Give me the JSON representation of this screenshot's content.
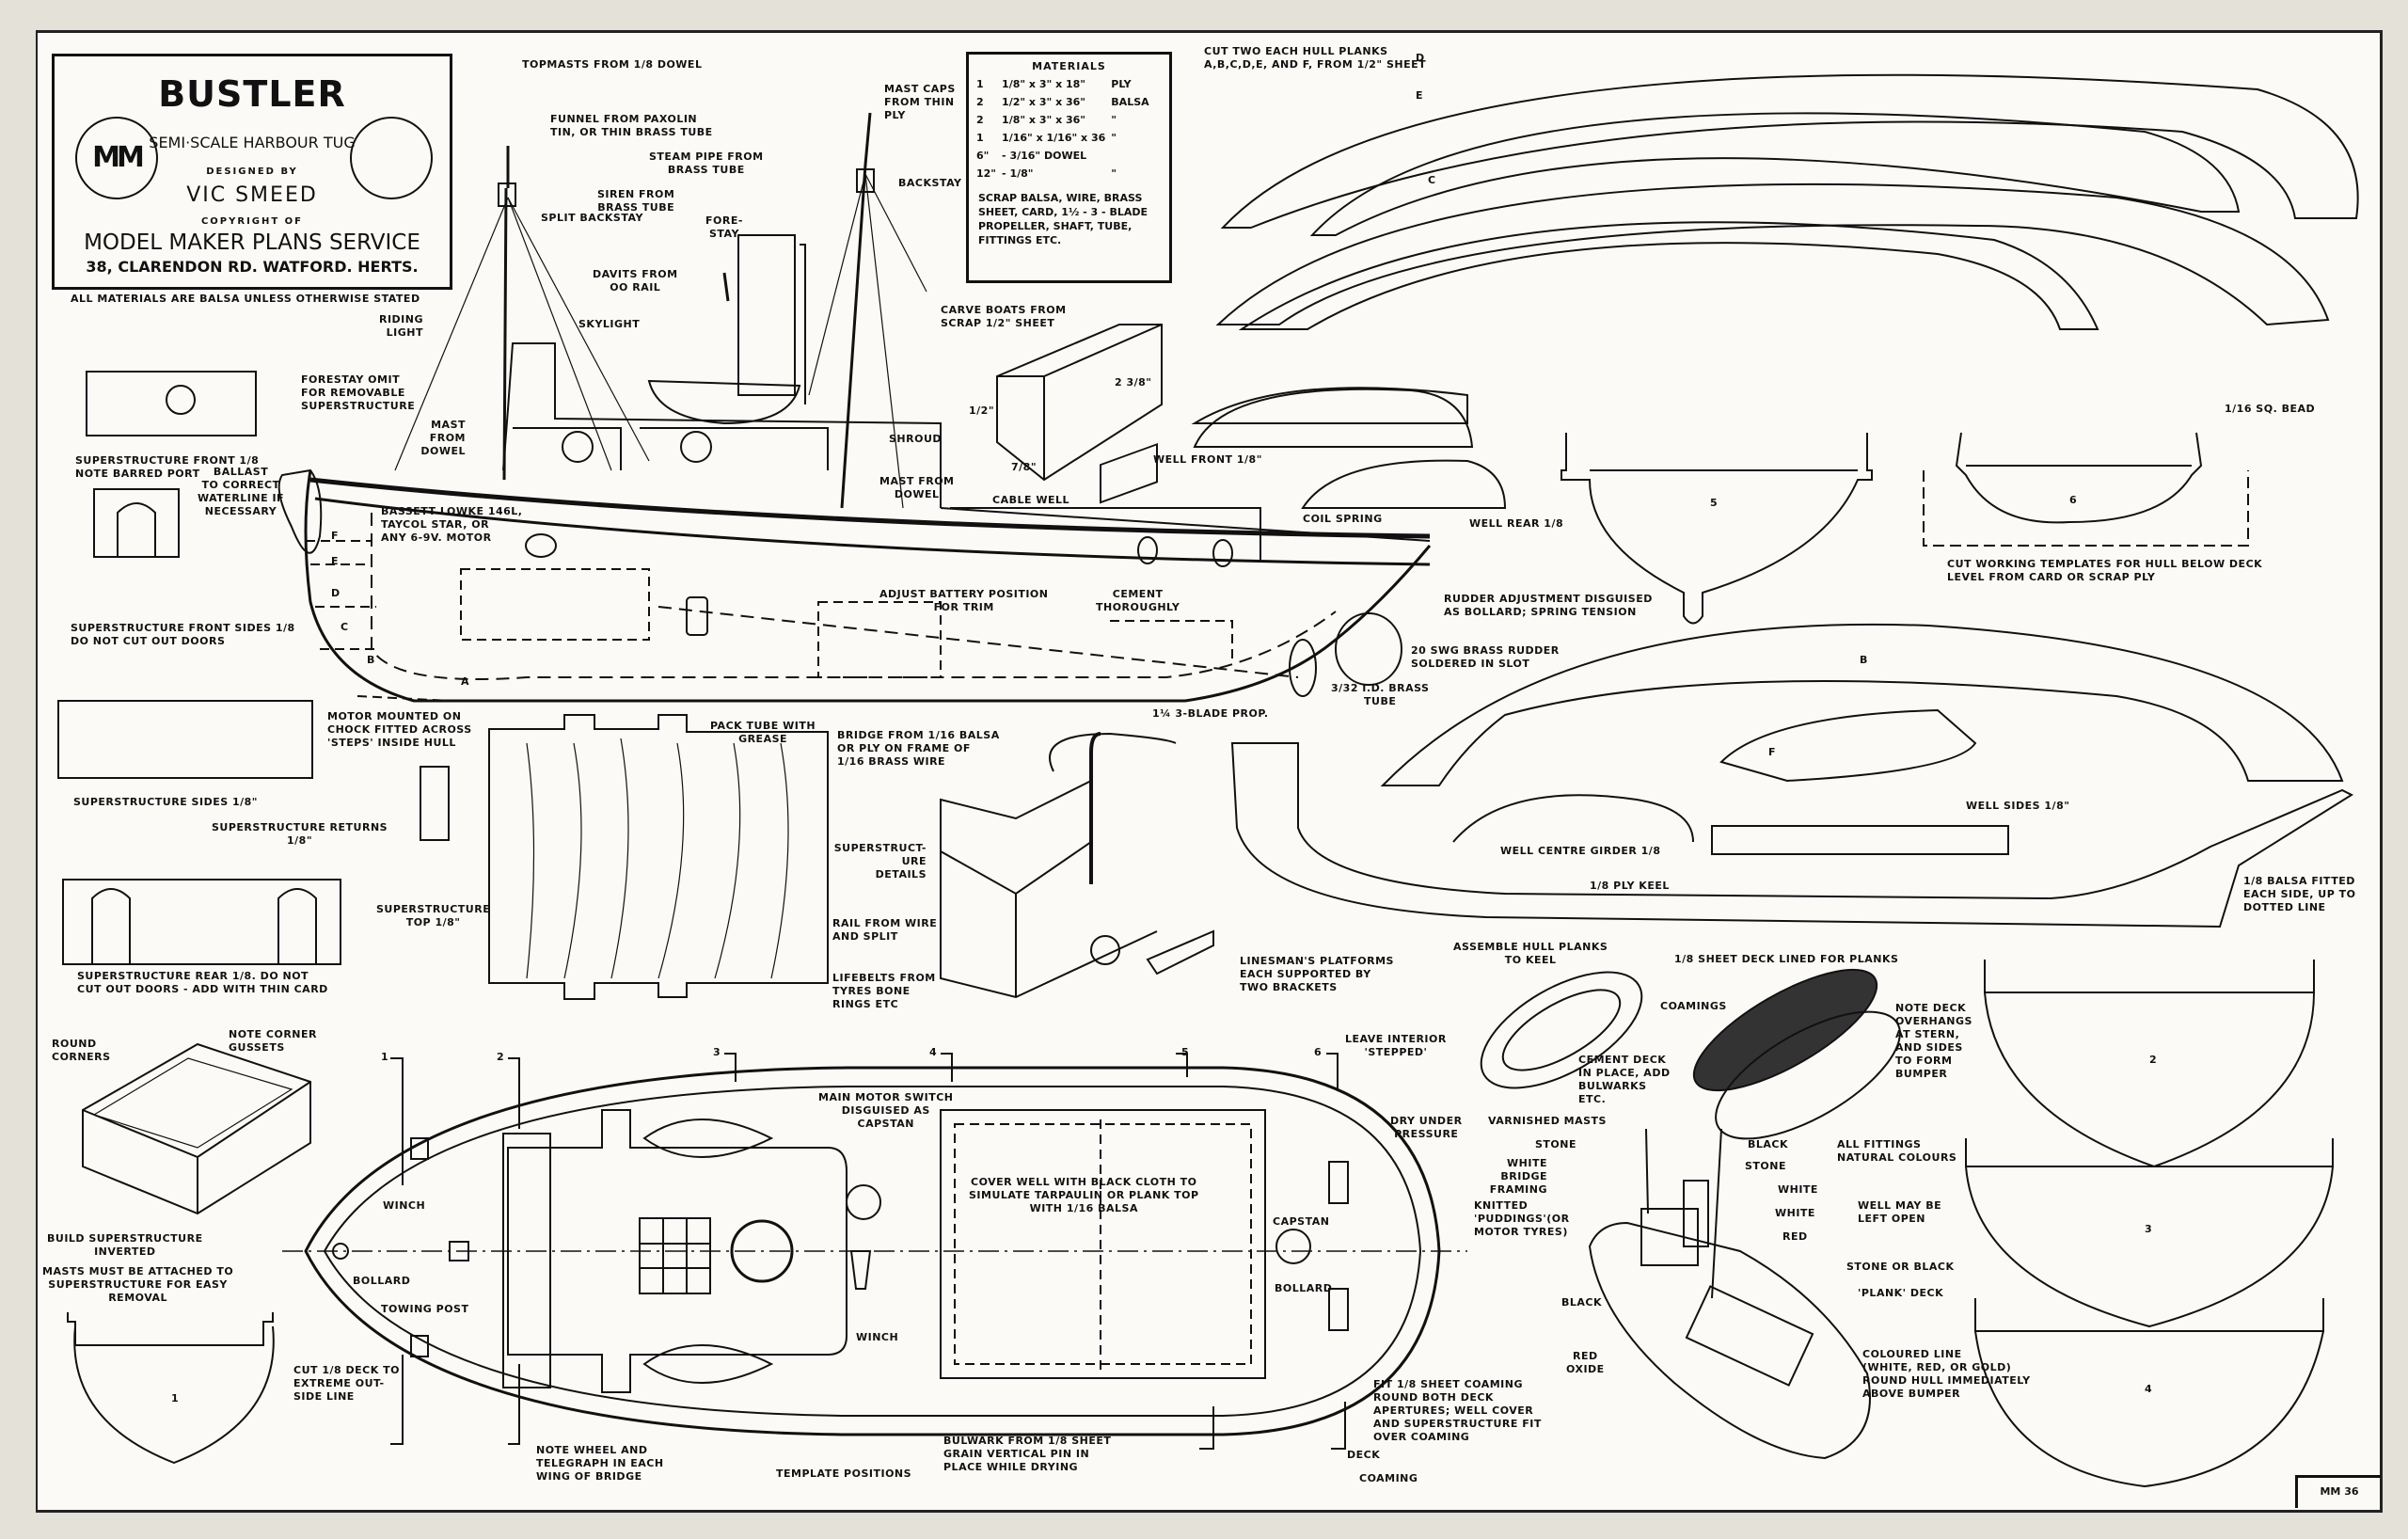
{
  "title_block": {
    "title": "BUSTLER",
    "subtitle": "SEMI·SCALE HARBOUR TUG",
    "designed_by_label": "DESIGNED BY",
    "designer": "VIC SMEED",
    "copyright_label": "COPYRIGHT OF",
    "publisher": "MODEL MAKER PLANS SERVICE",
    "address": "38, CLARENDON RD. WATFORD. HERTS.",
    "logo": "MM",
    "general_note": "ALL MATERIALS ARE BALSA UNLESS OTHERWISE STATED"
  },
  "materials": {
    "heading": "MATERIALS",
    "rows": [
      {
        "qty": "1",
        "size": "1/8\" x 3\" x 18\"",
        "material": "PLY"
      },
      {
        "qty": "2",
        "size": "1/2\" x 3\" x 36\"",
        "material": "BALSA"
      },
      {
        "qty": "2",
        "size": "1/8\" x 3\" x 36\"",
        "material": "\""
      },
      {
        "qty": "1",
        "size": "1/16\" x 1/16\" x 36",
        "material": "\""
      },
      {
        "qty": "6\"",
        "size": "- 3/16\" DOWEL",
        "material": ""
      },
      {
        "qty": "12\"",
        "size": "- 1/8\"",
        "material": "\""
      }
    ],
    "note": "SCRAP BALSA, WIRE, BRASS SHEET, CARD, 1½ - 3 - BLADE PROPELLER, SHAFT, TUBE, FITTINGS ETC."
  },
  "side_elevation_labels": {
    "topmasts": "TOPMASTS FROM 1/8 DOWEL",
    "funnel": "FUNNEL FROM PAXOLIN\nTIN, OR THIN BRASS TUBE",
    "mast_caps": "MAST CAPS\nFROM THIN\nPLY",
    "steam_pipe": "STEAM PIPE FROM\nBRASS TUBE",
    "siren": "SIREN FROM\nBRASS TUBE",
    "backstay": "BACKSTAY",
    "split_backstay": "SPLIT BACKSTAY",
    "forestay": "FORE-\nSTAY",
    "davits": "DAVITS FROM\nOO RAIL",
    "skylight": "SKYLIGHT",
    "riding_light": "RIDING\nLIGHT",
    "forestay_omit": "FORESTAY OMIT\nFOR REMOVABLE\nSUPERSTRUCTURE",
    "mast_dowel_fore": "MAST\nFROM\nDOWEL",
    "shroud": "SHROUD",
    "mast_dowel_aft": "MAST FROM\nDOWEL",
    "cable_well": "CABLE WELL",
    "coil_spring": "COIL SPRING",
    "ballast": "BALLAST\nTO CORRECT\nWATERLINE IF\nNECESSARY",
    "motor": "BASSETT LOWKE 146L,\nTAYCOL STAR, OR\nANY 6-9V. MOTOR",
    "battery": "ADJUST BATTERY POSITION\nFOR TRIM",
    "cement": "CEMENT\nTHOROUGHLY",
    "rudder_adjust": "RUDDER ADJUSTMENT DISGUISED\nAS BOLLARD; SPRING TENSION",
    "rudder": "20 SWG BRASS RUDDER\nSOLDERED IN SLOT",
    "brass_tube": "3/32 I.D. BRASS\nTUBE",
    "prop": "1¼ 3-BLADE PROP.",
    "pack_tube": "PACK TUBE WITH\nGREASE",
    "motor_mount": "MOTOR MOUNTED ON\nCHOCK FITTED ACROSS\n'STEPS' INSIDE HULL",
    "plank_letters": [
      "F",
      "E",
      "D",
      "C",
      "B",
      "A"
    ]
  },
  "boats": {
    "carve_boats": "CARVE BOATS FROM\nSCRAP 1/2\" SHEET",
    "dim_height": "1/2\"",
    "dim_width": "7/8\"",
    "dim_length": "2 3/8\""
  },
  "superstructure_parts": {
    "front": "SUPERSTRUCTURE FRONT 1/8\nNOTE BARRED PORT",
    "front_sides": "SUPERSTRUCTURE FRONT SIDES 1/8\nDO NOT CUT OUT DOORS",
    "sides": "SUPERSTRUCTURE SIDES 1/8\"",
    "returns": "SUPERSTRUCTURE RETURNS\n1/8\"",
    "rear": "SUPERSTRUCTURE REAR 1/8. DO NOT\nCUT OUT DOORS - ADD WITH THIN CARD",
    "top": "SUPERSTRUCTURE\nTOP 1/8\""
  },
  "bridge_detail": {
    "bridge": "BRIDGE FROM 1/16 BALSA\nOR PLY ON FRAME OF\n1/16 BRASS WIRE",
    "details": "SUPERSTRUCT-\nURE\nDETAILS",
    "rail": "RAIL FROM WIRE\nAND SPLIT",
    "lifebelts": "LIFEBELTS FROM\nTYRES BONE\nRINGS ETC",
    "linesman": "LINESMAN'S PLATFORMS\nEACH SUPPORTED BY\nTWO BRACKETS"
  },
  "hull_planks": {
    "note": "CUT TWO EACH HULL PLANKS\nA,B,C,D,E, AND F, FROM 1/2\" SHEET",
    "letters": [
      "D",
      "E",
      "C",
      "B",
      "F"
    ],
    "well_front": "WELL FRONT 1/8\"",
    "well_rear": "WELL REAR 1/8",
    "well_sides": "WELL SIDES 1/8\"",
    "well_girder": "WELL CENTRE GIRDER 1/8",
    "ply_keel": "1/8 PLY KEEL",
    "balsa_fitted": "1/8 BALSA FITTED\nEACH SIDE, UP TO\nDOTTED LINE",
    "sq_bead": "1/16 SQ. BEAD",
    "templates_note": "CUT WORKING TEMPLATES FOR HULL BELOW DECK\nLEVEL FROM CARD OR SCRAP PLY"
  },
  "templates": {
    "numbers": [
      "1",
      "2",
      "3",
      "4",
      "5",
      "6"
    ]
  },
  "deck_plan_labels": {
    "winch_fwd": "WINCH",
    "bollard_fwd": "BOLLARD",
    "towing_post": "TOWING POST",
    "cut_deck": "CUT 1/8 DECK TO\nEXTREME OUT-\nSIDE LINE",
    "wheel": "NOTE WHEEL AND\nTELEGRAPH IN EACH\nWING OF BRIDGE",
    "template_positions": "TEMPLATE POSITIONS",
    "main_switch": "MAIN MOTOR SWITCH\nDISGUISED AS\nCAPSTAN",
    "winch_aft": "WINCH",
    "cover_well": "COVER WELL WITH BLACK CLOTH TO\nSIMULATE TARPAULIN OR PLANK TOP\nWITH 1/16 BALSA",
    "capstan": "CAPSTAN",
    "bollard_aft": "BOLLARD",
    "bulwark": "BULWARK FROM 1/8 SHEET\nGRAIN VERTICAL PIN IN\nPLACE WHILE DRYING",
    "coaming_note": "FIT 1/8 SHEET COAMING\nROUND BOTH DECK\nAPERTURES; WELL COVER\nAND SUPERSTRUCTURE FIT\nOVER COAMING",
    "deck": "DECK",
    "coaming": "COAMING"
  },
  "superstructure_box": {
    "round_corners": "ROUND\nCORNERS",
    "gussets": "NOTE CORNER\nGUSSETS",
    "inverted": "BUILD SUPERSTRUCTURE\nINVERTED",
    "masts": "MASTS MUST BE ATTACHED TO\nSUPERSTRUCTURE FOR EASY\nREMOVAL"
  },
  "assembly_labels": {
    "assemble": "ASSEMBLE HULL PLANKS\nTO KEEL",
    "stepped": "LEAVE INTERIOR\n'STEPPED'",
    "dry": "DRY UNDER\nPRESSURE",
    "cement_deck": "CEMENT DECK\nIN PLACE, ADD\nBULWARKS\nETC.",
    "sheet_deck": "1/8 SHEET DECK LINED FOR PLANKS",
    "coamings": "COAMINGS",
    "overhangs": "NOTE DECK\nOVERHANGS\nAT STERN,\nAND SIDES\nTO FORM\nBUMPER"
  },
  "painting_labels": {
    "varnished": "VARNISHED MASTS",
    "stone1": "STONE",
    "black1": "BLACK",
    "stone2": "STONE",
    "white1": "WHITE",
    "white2": "WHITE",
    "red": "RED",
    "bridge": "WHITE BRIDGE\nFRAMING",
    "puddings": "KNITTED\n'PUDDINGS'(OR\nMOTOR TYRES)",
    "fittings": "ALL FITTINGS\nNATURAL COLOURS",
    "well_open": "WELL MAY BE\nLEFT OPEN",
    "stone_black": "STONE OR BLACK",
    "plank_deck": "'PLANK' DECK",
    "black2": "BLACK",
    "red_oxide": "RED\nOXIDE",
    "coloured_line": "COLOURED LINE\n(WHITE, RED, OR GOLD)\nROUND HULL IMMEDIATELY\nABOVE BUMPER"
  },
  "plate_number": "MM 36",
  "colors": {
    "ink": "#111111",
    "paper": "#fbfaf6",
    "background": "#e4e1d8"
  }
}
